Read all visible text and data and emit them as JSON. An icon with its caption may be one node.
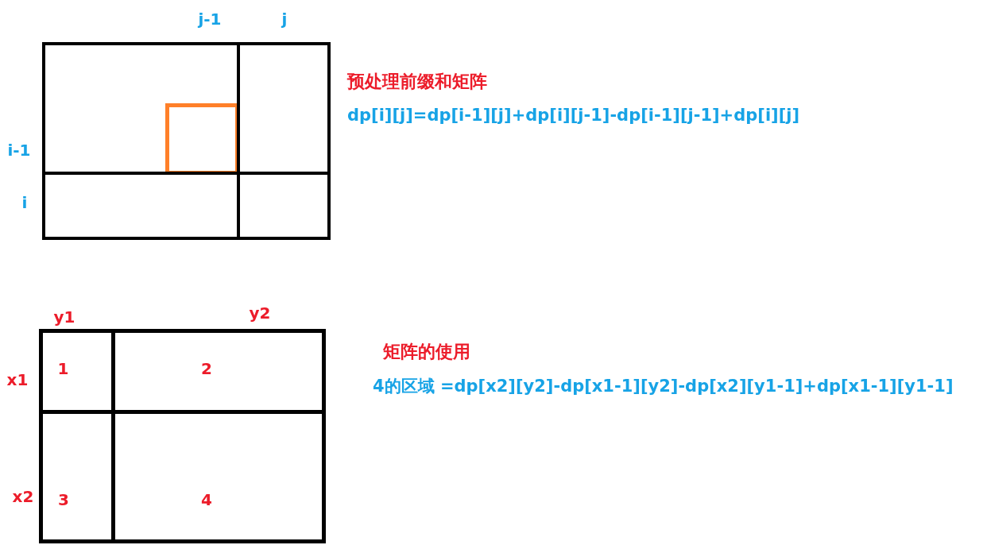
{
  "diagram": {
    "nodes": [
      {
        "text": [],
        "shape": "box"
      },
      {
        "text": [],
        "shape": "box",
        "in": 0
      },
      {
        "text": [],
        "shape": "box"
      },
      {
        "text": [],
        "shape": "box"
      },
      {
        "text": [],
        "shape": "box"
      },
      {
        "text": [
          "1"
        ]
      },
      {
        "text": [
          "2"
        ]
      },
      {
        "text": [
          "3"
        ]
      },
      {
        "text": [
          "4"
        ]
      }
    ],
    "labels": [
      "j-1",
      "j",
      "预处理前缀和矩阵",
      "dp[i][j]=dp[i-1][j]+dp[i][j-1]-dp[i-1][j-1]+dp[i][j]",
      "i-1",
      "i",
      "y1",
      "y2",
      "矩阵的使用",
      "4的区域 =dp[x2][y2]-dp[x1-1][y2]-dp[x2][y1-1]+dp[x1-1][y1-1]",
      "x1",
      "x2"
    ]
  }
}
